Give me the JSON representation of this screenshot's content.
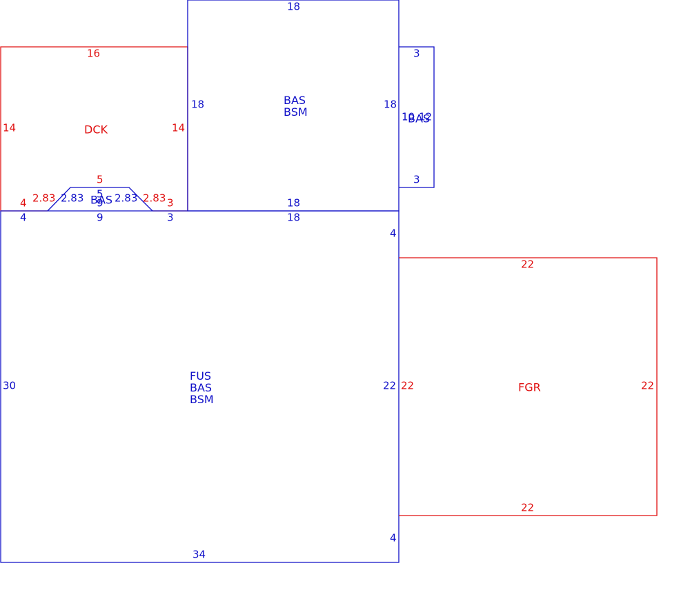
{
  "colors": {
    "blue": "#1010c8",
    "red": "#e01010"
  },
  "areas": {
    "dck": {
      "label": "DCK",
      "color": "red"
    },
    "upper": {
      "label": [
        "BAS",
        "BSM"
      ],
      "color": "blue"
    },
    "side": {
      "label": "BAS",
      "color": "blue"
    },
    "bay": {
      "label": "BAS",
      "color": "blue"
    },
    "main": {
      "label": [
        "FUS",
        "BAS",
        "BSM"
      ],
      "color": "blue"
    },
    "fgr": {
      "label": "FGR",
      "color": "red"
    }
  },
  "dims": {
    "dck_top": "16",
    "dck_left": "14",
    "dck_right": "14",
    "dck_bottom_left": "4",
    "dck_diag_left": "2.83",
    "dck_bay_top": "5",
    "dck_diag_right": "2.83",
    "dck_bottom_right": "3",
    "upper_top": "18",
    "upper_left": "18",
    "upper_right": "18",
    "upper_bottom": "18",
    "side_top": "3",
    "side_left": "10",
    "side_right": "12",
    "side_bottom": "3",
    "bay_top": "5",
    "bay_diag_left": "2.83",
    "bay_diag_right": "2.83",
    "bay_bottom": "9",
    "main_top_left": "4",
    "main_top_bay": "9",
    "main_top_mid": "3",
    "main_top_upper": "18",
    "main_right_top": "4",
    "main_left": "30",
    "main_right": "22",
    "main_right_bottom": "4",
    "main_bottom": "34",
    "fgr_top": "22",
    "fgr_left": "22",
    "fgr_right": "22",
    "fgr_bottom": "22"
  }
}
